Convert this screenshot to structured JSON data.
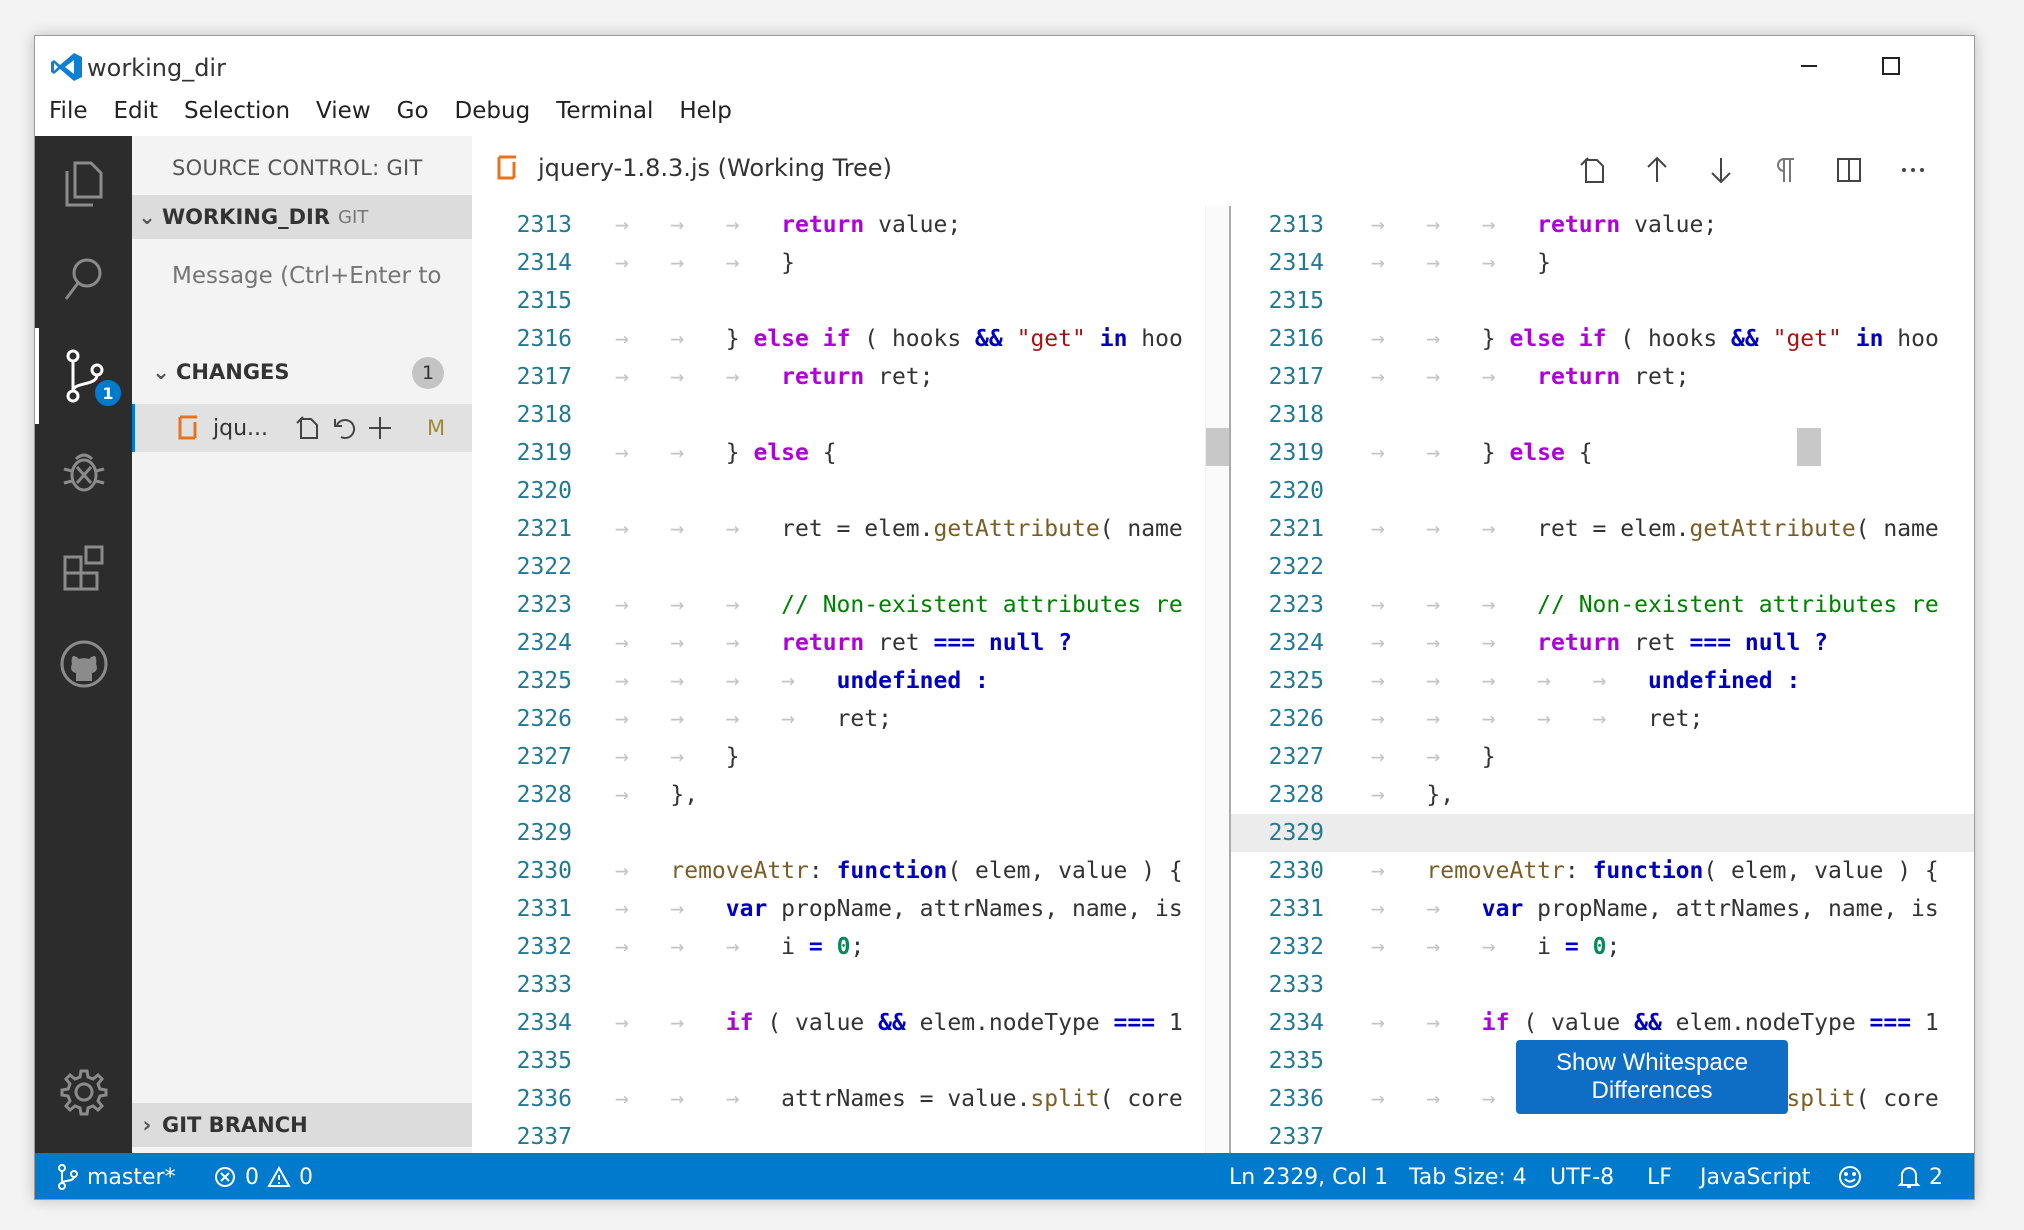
{
  "window": {
    "title": "working_dir"
  },
  "menu": [
    "File",
    "Edit",
    "Selection",
    "View",
    "Go",
    "Debug",
    "Terminal",
    "Help"
  ],
  "activity_bar": {
    "items": [
      "explorer-icon",
      "search-icon",
      "source-control-icon",
      "debug-icon",
      "extensions-icon",
      "github-icon"
    ],
    "source_control_badge": "1",
    "settings_icon": "gear-icon"
  },
  "sidebar": {
    "title": "SOURCE CONTROL: GIT",
    "repo": {
      "name": "WORKING_DIR",
      "provider": "GIT"
    },
    "message_placeholder": "Message (Ctrl+Enter to",
    "changes": {
      "label": "CHANGES",
      "count": "1"
    },
    "change_item": {
      "name": "jqu...",
      "status": "M"
    },
    "branch_section": "GIT BRANCH"
  },
  "editor": {
    "tab_title": "jquery-1.8.3.js (Working Tree)",
    "whitespace_button": "Show Whitespace Differences"
  },
  "diff": {
    "line_numbers": [
      "2313",
      "2314",
      "2315",
      "2316",
      "2317",
      "2318",
      "2319",
      "2320",
      "2321",
      "2322",
      "2323",
      "2324",
      "2325",
      "2326",
      "2327",
      "2328",
      "2329",
      "2330",
      "2331",
      "2332",
      "2333",
      "2334",
      "2335",
      "2336",
      "2337"
    ],
    "highlighted_line_right": "2329"
  },
  "status_bar": {
    "branch": "master*",
    "errors": "0",
    "warnings": "0",
    "position": "Ln 2329, Col 1",
    "tab_size": "Tab Size: 4",
    "encoding": "UTF-8",
    "eol": "LF",
    "language": "JavaScript",
    "notifications": "2"
  },
  "colors": {
    "accent": "#007acc",
    "activity_bar": "#2c2c2c",
    "sidebar": "#f3f3f3",
    "keyword": "#af00db",
    "line_number": "#237893"
  }
}
